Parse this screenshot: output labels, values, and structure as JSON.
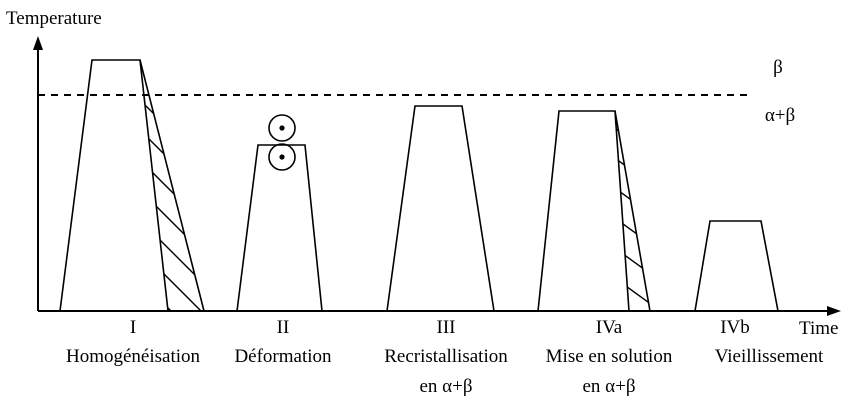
{
  "axes": {
    "y_label": "Temperature",
    "x_label": "Time"
  },
  "phases": {
    "beta": "β",
    "alpha_beta": "α+β"
  },
  "steps": [
    {
      "numeral": "I",
      "name": "Homogénéisation",
      "sub": ""
    },
    {
      "numeral": "II",
      "name": "Déformation",
      "sub": ""
    },
    {
      "numeral": "III",
      "name": "Recristallisation",
      "sub": "en α+β"
    },
    {
      "numeral": "IVa",
      "name": "Mise en solution",
      "sub": "en α+β"
    },
    {
      "numeral": "IVb",
      "name": "Vieillissement",
      "sub": ""
    }
  ],
  "icons": {
    "rolling": "rolling-mill-rollers-icon"
  }
}
